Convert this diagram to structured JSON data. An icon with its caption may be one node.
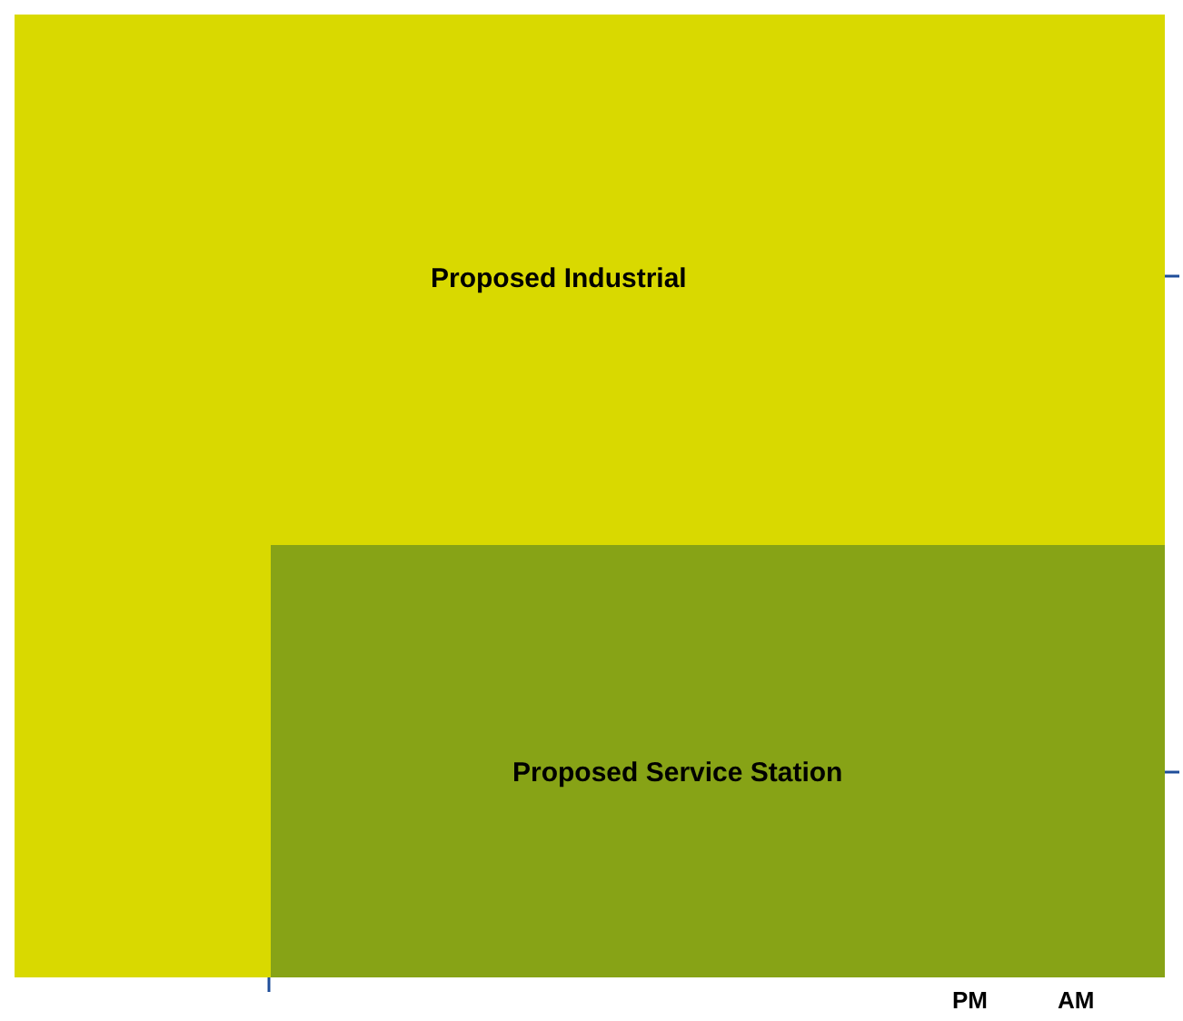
{
  "diagram": {
    "nodes": [
      {
        "text": [
          "Proposed Industrial"
        ]
      },
      {
        "text": [
          "Proposed Service Station"
        ],
        "in": 0
      }
    ],
    "labels": [
      "PM",
      "AM"
    ]
  }
}
